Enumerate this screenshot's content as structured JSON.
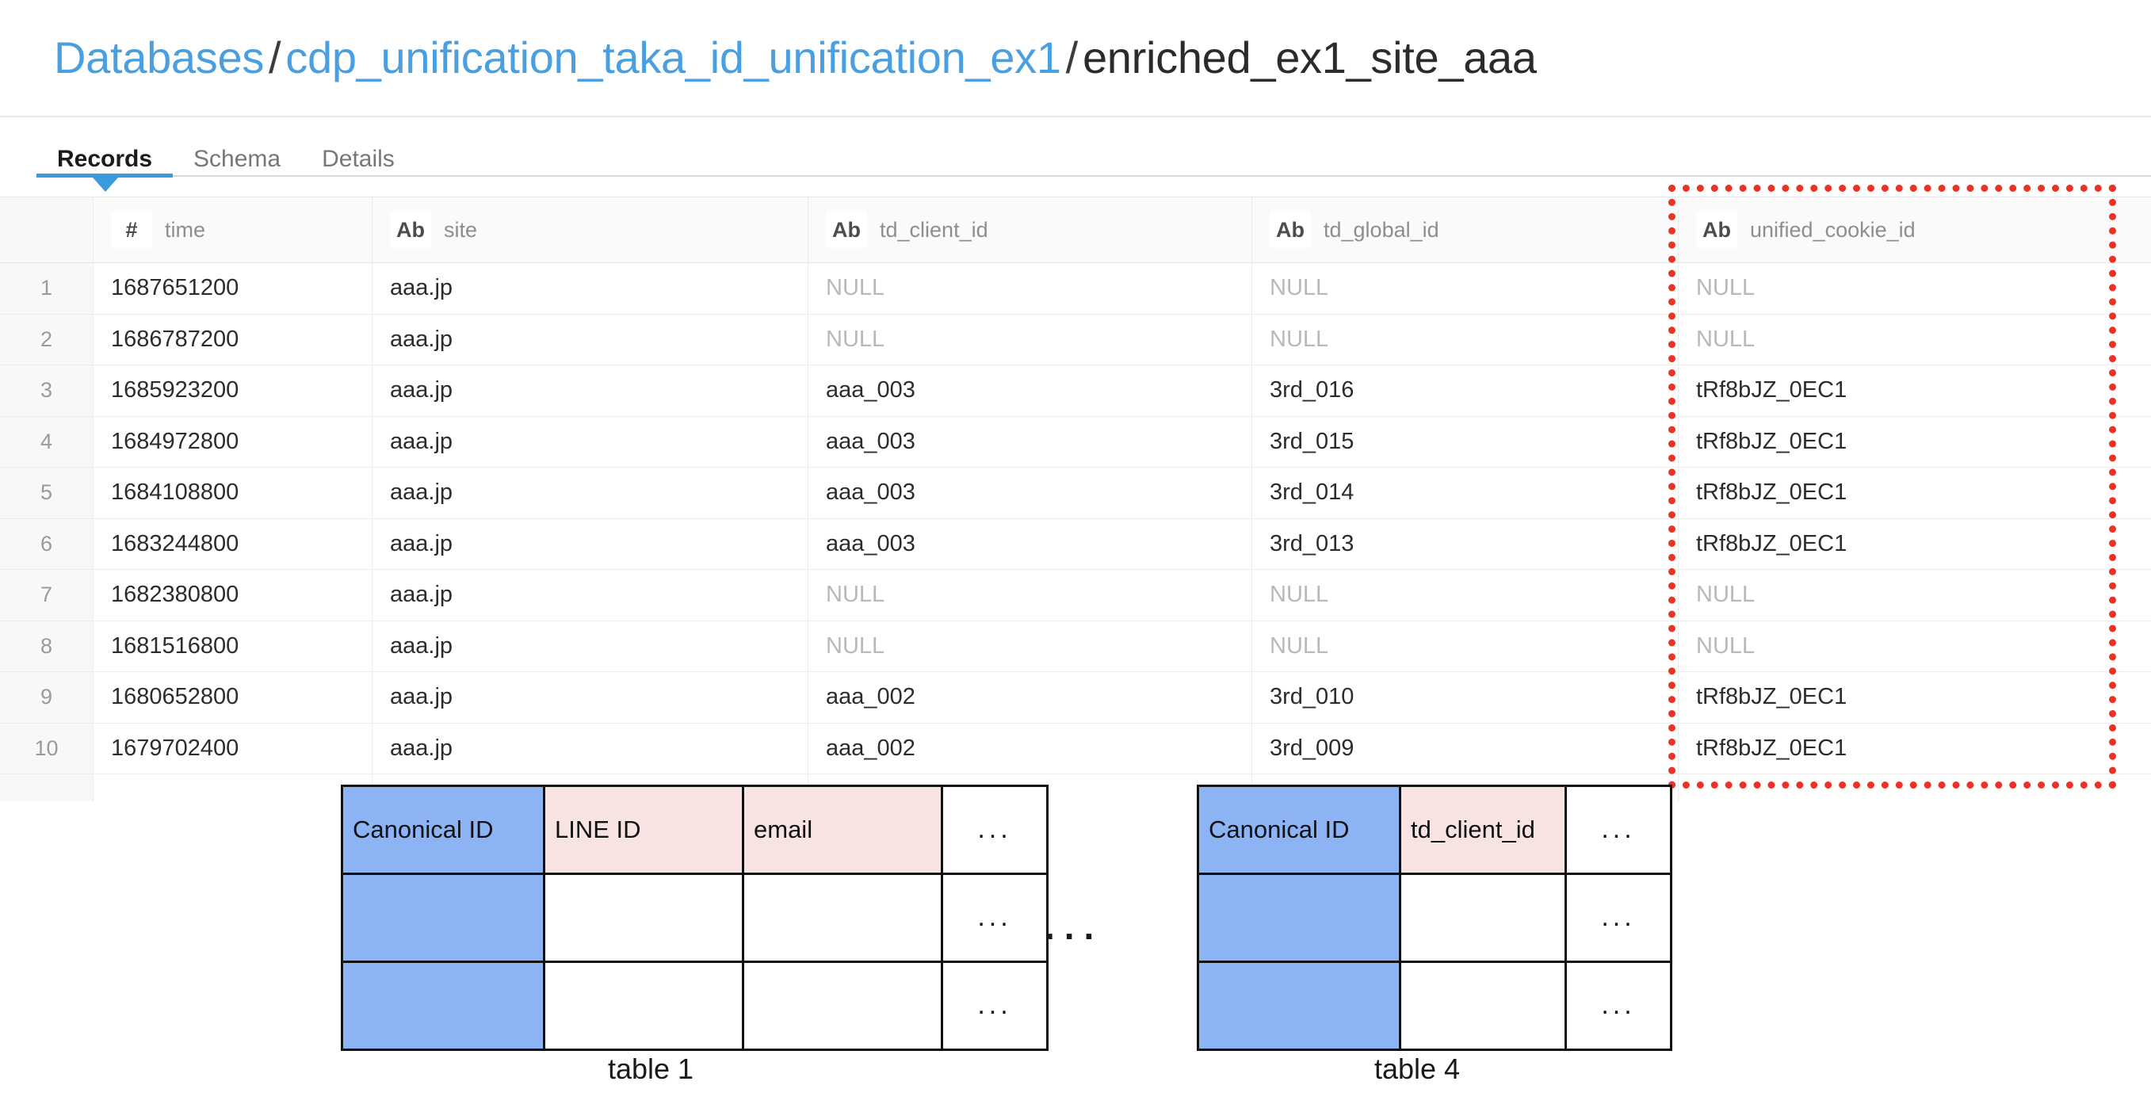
{
  "breadcrumb": {
    "root": "Databases",
    "database": "cdp_unification_taka_id_unification_ex1",
    "table": "enriched_ex1_site_aaa",
    "separator": "/",
    "link_color": "#4a9fe0"
  },
  "tabs": {
    "items": [
      {
        "label": "Records",
        "active": true
      },
      {
        "label": "Schema",
        "active": false
      },
      {
        "label": "Details",
        "active": false
      }
    ],
    "active_color": "#3b99dd"
  },
  "records": {
    "columns": [
      {
        "name": "time",
        "type_badge": "#"
      },
      {
        "name": "site",
        "type_badge": "Ab"
      },
      {
        "name": "td_client_id",
        "type_badge": "Ab"
      },
      {
        "name": "td_global_id",
        "type_badge": "Ab"
      },
      {
        "name": "unified_cookie_id",
        "type_badge": "Ab"
      }
    ],
    "null_text": "NULL",
    "rows": [
      {
        "n": "1",
        "time": "1687651200",
        "site": "aaa.jp",
        "td_client_id": "NULL",
        "td_global_id": "NULL",
        "unified_cookie_id": "NULL"
      },
      {
        "n": "2",
        "time": "1686787200",
        "site": "aaa.jp",
        "td_client_id": "NULL",
        "td_global_id": "NULL",
        "unified_cookie_id": "NULL"
      },
      {
        "n": "3",
        "time": "1685923200",
        "site": "aaa.jp",
        "td_client_id": "aaa_003",
        "td_global_id": "3rd_016",
        "unified_cookie_id": "tRf8bJZ_0EC1"
      },
      {
        "n": "4",
        "time": "1684972800",
        "site": "aaa.jp",
        "td_client_id": "aaa_003",
        "td_global_id": "3rd_015",
        "unified_cookie_id": "tRf8bJZ_0EC1"
      },
      {
        "n": "5",
        "time": "1684108800",
        "site": "aaa.jp",
        "td_client_id": "aaa_003",
        "td_global_id": "3rd_014",
        "unified_cookie_id": "tRf8bJZ_0EC1"
      },
      {
        "n": "6",
        "time": "1683244800",
        "site": "aaa.jp",
        "td_client_id": "aaa_003",
        "td_global_id": "3rd_013",
        "unified_cookie_id": "tRf8bJZ_0EC1"
      },
      {
        "n": "7",
        "time": "1682380800",
        "site": "aaa.jp",
        "td_client_id": "NULL",
        "td_global_id": "NULL",
        "unified_cookie_id": "NULL"
      },
      {
        "n": "8",
        "time": "1681516800",
        "site": "aaa.jp",
        "td_client_id": "NULL",
        "td_global_id": "NULL",
        "unified_cookie_id": "NULL"
      },
      {
        "n": "9",
        "time": "1680652800",
        "site": "aaa.jp",
        "td_client_id": "aaa_002",
        "td_global_id": "3rd_010",
        "unified_cookie_id": "tRf8bJZ_0EC1"
      },
      {
        "n": "10",
        "time": "1679702400",
        "site": "aaa.jp",
        "td_client_id": "aaa_002",
        "td_global_id": "3rd_009",
        "unified_cookie_id": "tRf8bJZ_0EC1"
      }
    ],
    "highlight": {
      "column": "unified_cookie_id",
      "color": "#ef3124",
      "style": "dotted"
    }
  },
  "diagram": {
    "ellipsis": "...",
    "between_tables": "...",
    "key_color": "#8cb4f5",
    "attr_color": "#f7e4e2",
    "tables": [
      {
        "caption": "table 1",
        "headers": [
          "Canonical ID",
          "LINE ID",
          "email",
          "..."
        ],
        "rows": [
          [
            "",
            "",
            "",
            "..."
          ],
          [
            "",
            "",
            "",
            "..."
          ]
        ]
      },
      {
        "caption": "table 4",
        "headers": [
          "Canonical ID",
          "td_client_id",
          "..."
        ],
        "rows": [
          [
            "",
            "",
            "..."
          ],
          [
            "",
            "",
            "..."
          ]
        ]
      }
    ]
  }
}
